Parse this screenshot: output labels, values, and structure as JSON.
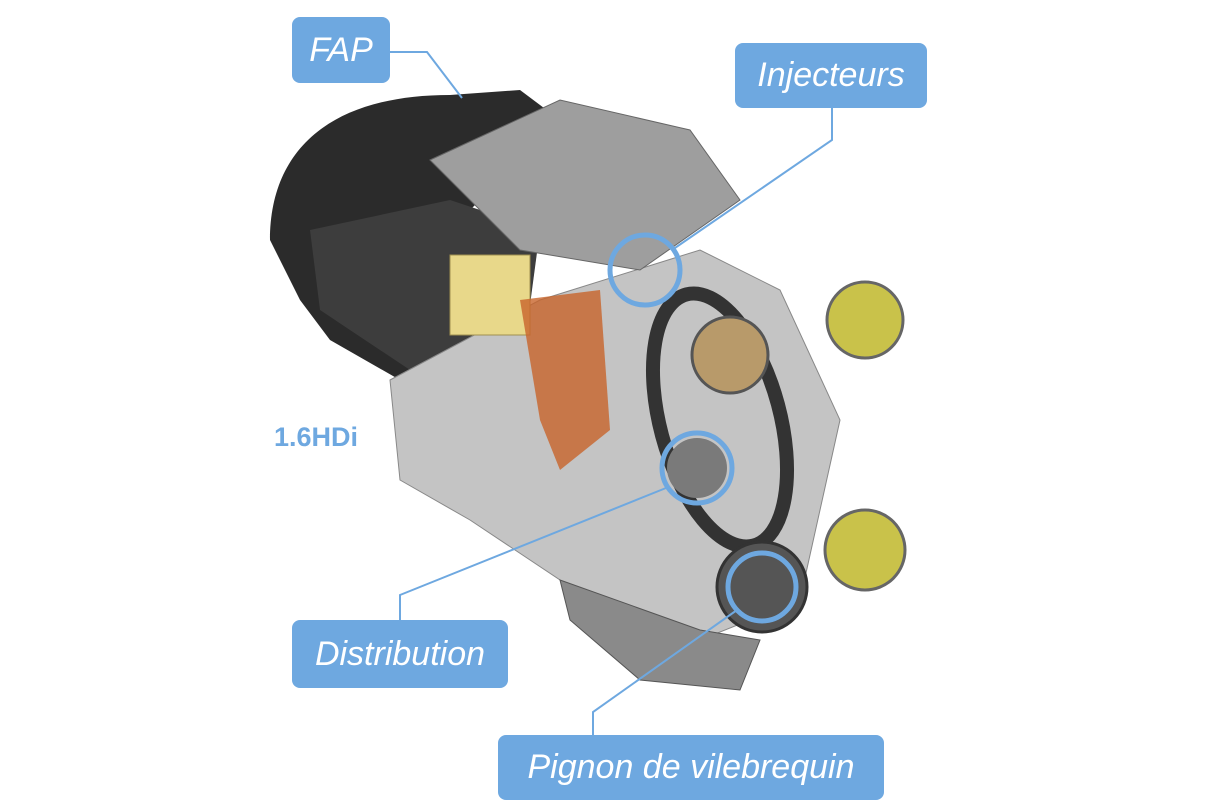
{
  "labels": {
    "fap": "FAP",
    "injecteurs": "Injecteurs",
    "distribution": "Distribution",
    "pignon": "Pignon de vilebrequin"
  },
  "model": "1.6HDi",
  "colors": {
    "accent": "#6ea8e0",
    "engine_dark": "#2b2b2b",
    "engine_metal": "#b8b8b8",
    "yellow_part": "#e8d88a",
    "copper": "#c8642a",
    "pulley": "#c9c24a"
  }
}
